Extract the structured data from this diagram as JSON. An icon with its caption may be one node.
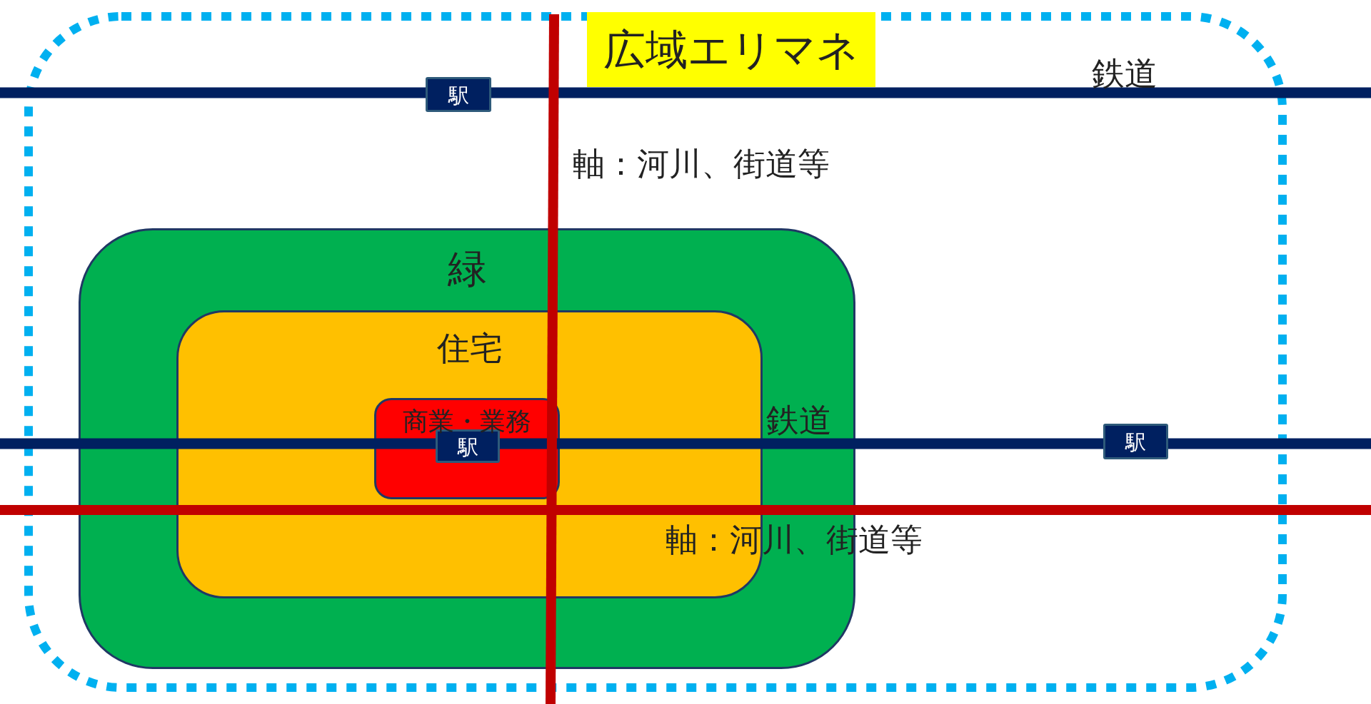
{
  "diagram": {
    "nodes": [
      {
        "text": [],
        "shape": "box"
      },
      {
        "text": [
          "広域エリマネ"
        ],
        "in": 0
      },
      {
        "text": [
          "緑"
        ],
        "in": 0
      },
      {
        "text": [
          "住宅"
        ],
        "in": 2
      },
      {
        "text": [
          "商業・業務"
        ],
        "in": 3
      },
      {
        "text": [
          "駅"
        ],
        "in": 0
      },
      {
        "text": [
          "駅"
        ],
        "in": 4
      },
      {
        "text": [
          "駅"
        ],
        "in": 0
      }
    ],
    "labels": [
      "鉄道",
      "軸：河川、街道等",
      "鉄道",
      "軸：河川、街道等"
    ]
  }
}
